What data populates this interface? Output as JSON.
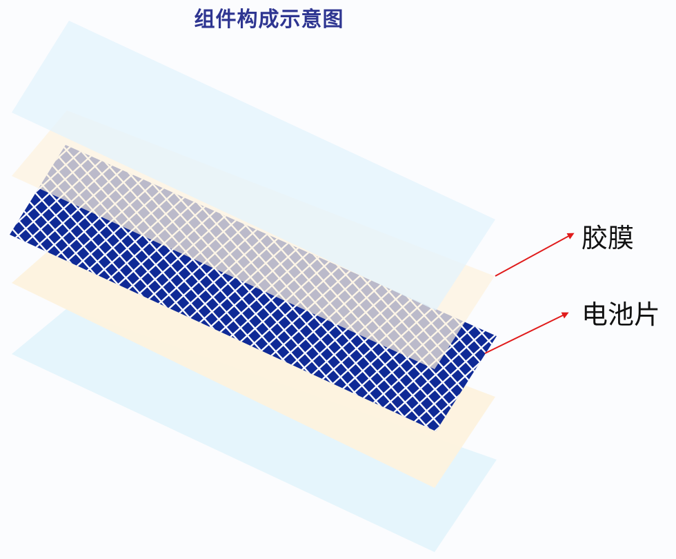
{
  "title": "组件构成示意图",
  "labels": {
    "film": "胶膜",
    "cell": "电池片"
  },
  "layer_stack": [
    {
      "name": "bottom-glass-layer",
      "material": "glass"
    },
    {
      "name": "bottom-film-layer",
      "material": "film"
    },
    {
      "name": "cell-layer",
      "material": "cell"
    },
    {
      "name": "top-film-layer",
      "material": "film"
    },
    {
      "name": "top-glass-layer",
      "material": "glass"
    }
  ],
  "colors": {
    "title": "#2e3591",
    "glass": "#e4f4fc",
    "film": "#fdf2de",
    "cell": "#0f2a96",
    "grid_line": "#ffffff",
    "arrow": "#e01b1b",
    "background": "#fbfcfe"
  }
}
